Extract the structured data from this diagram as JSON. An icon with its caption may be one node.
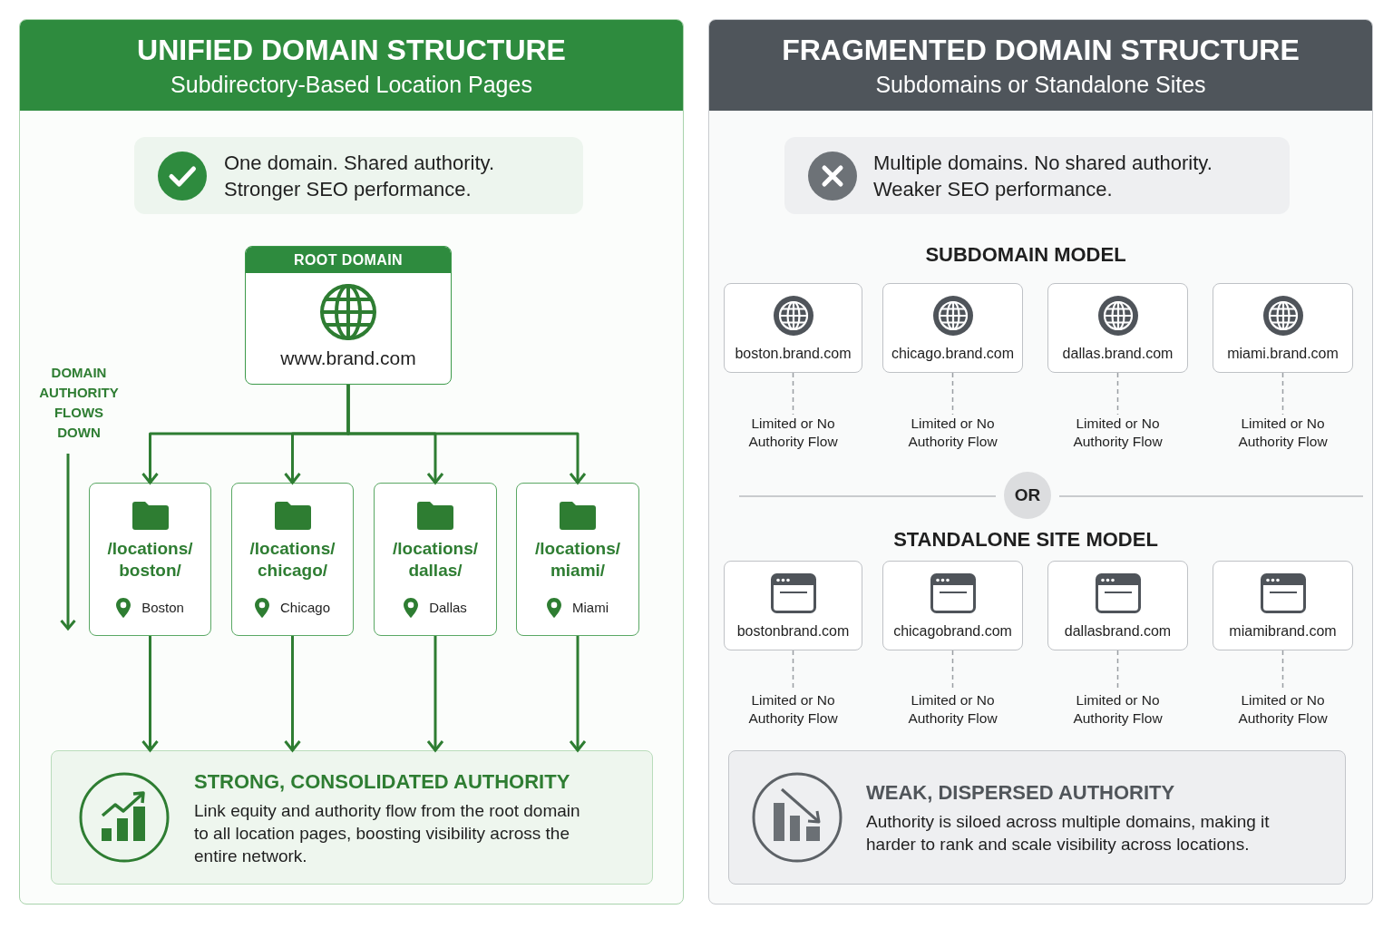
{
  "diagram": {
    "nodes": [
      {
        "text": [
          "UNIFIED DOMAIN STRUCTURE",
          "Subdirectory-Based Location Pages"
        ]
      },
      {
        "text": [
          "One domain. Shared authority. Stronger SEO performance."
        ],
        "in": 0
      },
      {
        "text": [
          "ROOT DOMAIN",
          "www.brand.com"
        ],
        "in": 0
      },
      {
        "text": [
          "/locations/ boston/",
          "Boston"
        ],
        "in": 0
      },
      {
        "text": [
          "/locations/ chicago/",
          "Chicago"
        ],
        "in": 0
      },
      {
        "text": [
          "/locations/ dallas/",
          "Dallas"
        ],
        "in": 0
      },
      {
        "text": [
          "/locations/ miami/",
          "Miami"
        ],
        "in": 0
      },
      {
        "text": [
          "STRONG, CONSOLIDATED AUTHORITY",
          "Link equity and authority flow from the root domain to all location pages, boosting visibility across the entire network."
        ],
        "in": 0
      },
      {
        "text": [
          "FRAGMENTED DOMAIN STRUCTURE",
          "Subdomains or Standalone Sites"
        ]
      },
      {
        "text": [
          "Multiple domains. No shared authority. Weaker SEO performance."
        ],
        "in": 8
      },
      {
        "text": [
          "boston.brand.com"
        ],
        "in": 8
      },
      {
        "text": [
          "chicago.brand.com"
        ],
        "in": 8
      },
      {
        "text": [
          "dallas.brand.com"
        ],
        "in": 8
      },
      {
        "text": [
          "miami.brand.com"
        ],
        "in": 8
      },
      {
        "text": [
          "Limited or No Authority Flow"
        ],
        "in": 8
      },
      {
        "text": [
          "Limited or No Authority Flow"
        ],
        "in": 8
      },
      {
        "text": [
          "Limited or No Authority Flow"
        ],
        "in": 8
      },
      {
        "text": [
          "Limited or No Authority Flow"
        ],
        "in": 8
      },
      {
        "text": [
          "OR"
        ],
        "in": 8
      },
      {
        "text": [
          "bostonbrand.com"
        ],
        "in": 8
      },
      {
        "text": [
          "chicagobrand.com"
        ],
        "in": 8
      },
      {
        "text": [
          "dallasbrand.com"
        ],
        "in": 8
      },
      {
        "text": [
          "miamibrand.com"
        ],
        "in": 8
      },
      {
        "text": [
          "Limited or No Authority Flow"
        ],
        "in": 8
      },
      {
        "text": [
          "Limited or No Authority Flow"
        ],
        "in": 8
      },
      {
        "text": [
          "Limited or No Authority Flow"
        ],
        "in": 8
      },
      {
        "text": [
          "Limited or No Authority Flow"
        ],
        "in": 8
      },
      {
        "text": [
          "WEAK, DISPERSED AUTHORITY",
          "Authority is siloed across multiple domains, making it harder to rank and scale visibility across locations."
        ],
        "in": 8
      }
    ],
    "edges": [
      {
        "from": 2,
        "to": 3,
        "arrow": "to"
      },
      {
        "from": 2,
        "to": 4,
        "arrow": "to"
      },
      {
        "from": 2,
        "to": 5,
        "arrow": "to"
      },
      {
        "from": 2,
        "to": 6,
        "arrow": "to"
      },
      {
        "from": 3,
        "to": 7,
        "arrow": "to"
      },
      {
        "from": 4,
        "to": 7,
        "arrow": "to"
      },
      {
        "from": 5,
        "to": 7,
        "arrow": "to"
      },
      {
        "from": 6,
        "to": 7,
        "arrow": "to"
      },
      {
        "from": 10,
        "to": 14,
        "arrow": "none",
        "style": "dashed",
        "color": "#9a9ea3"
      },
      {
        "from": 11,
        "to": 15,
        "arrow": "none",
        "style": "dashed",
        "color": "#9a9ea3"
      },
      {
        "from": 12,
        "to": 16,
        "arrow": "none",
        "style": "dashed",
        "color": "#9a9ea3"
      },
      {
        "from": 13,
        "to": 17,
        "arrow": "none",
        "style": "dashed",
        "color": "#9a9ea3"
      },
      {
        "from": 19,
        "to": 23,
        "arrow": "none",
        "style": "dashed",
        "color": "#9a9ea3"
      },
      {
        "from": 20,
        "to": 24,
        "arrow": "none",
        "style": "dashed",
        "color": "#9a9ea3"
      },
      {
        "from": 21,
        "to": 25,
        "arrow": "none",
        "style": "dashed",
        "color": "#9a9ea3"
      },
      {
        "from": 22,
        "to": 26,
        "arrow": "none",
        "style": "dashed",
        "color": "#9a9ea3"
      }
    ],
    "labels": [
      "DOMAIN AUTHORITY FLOWS DOWN",
      "SUBDOMAIN MODEL",
      "STANDALONE SITE MODEL"
    ]
  }
}
